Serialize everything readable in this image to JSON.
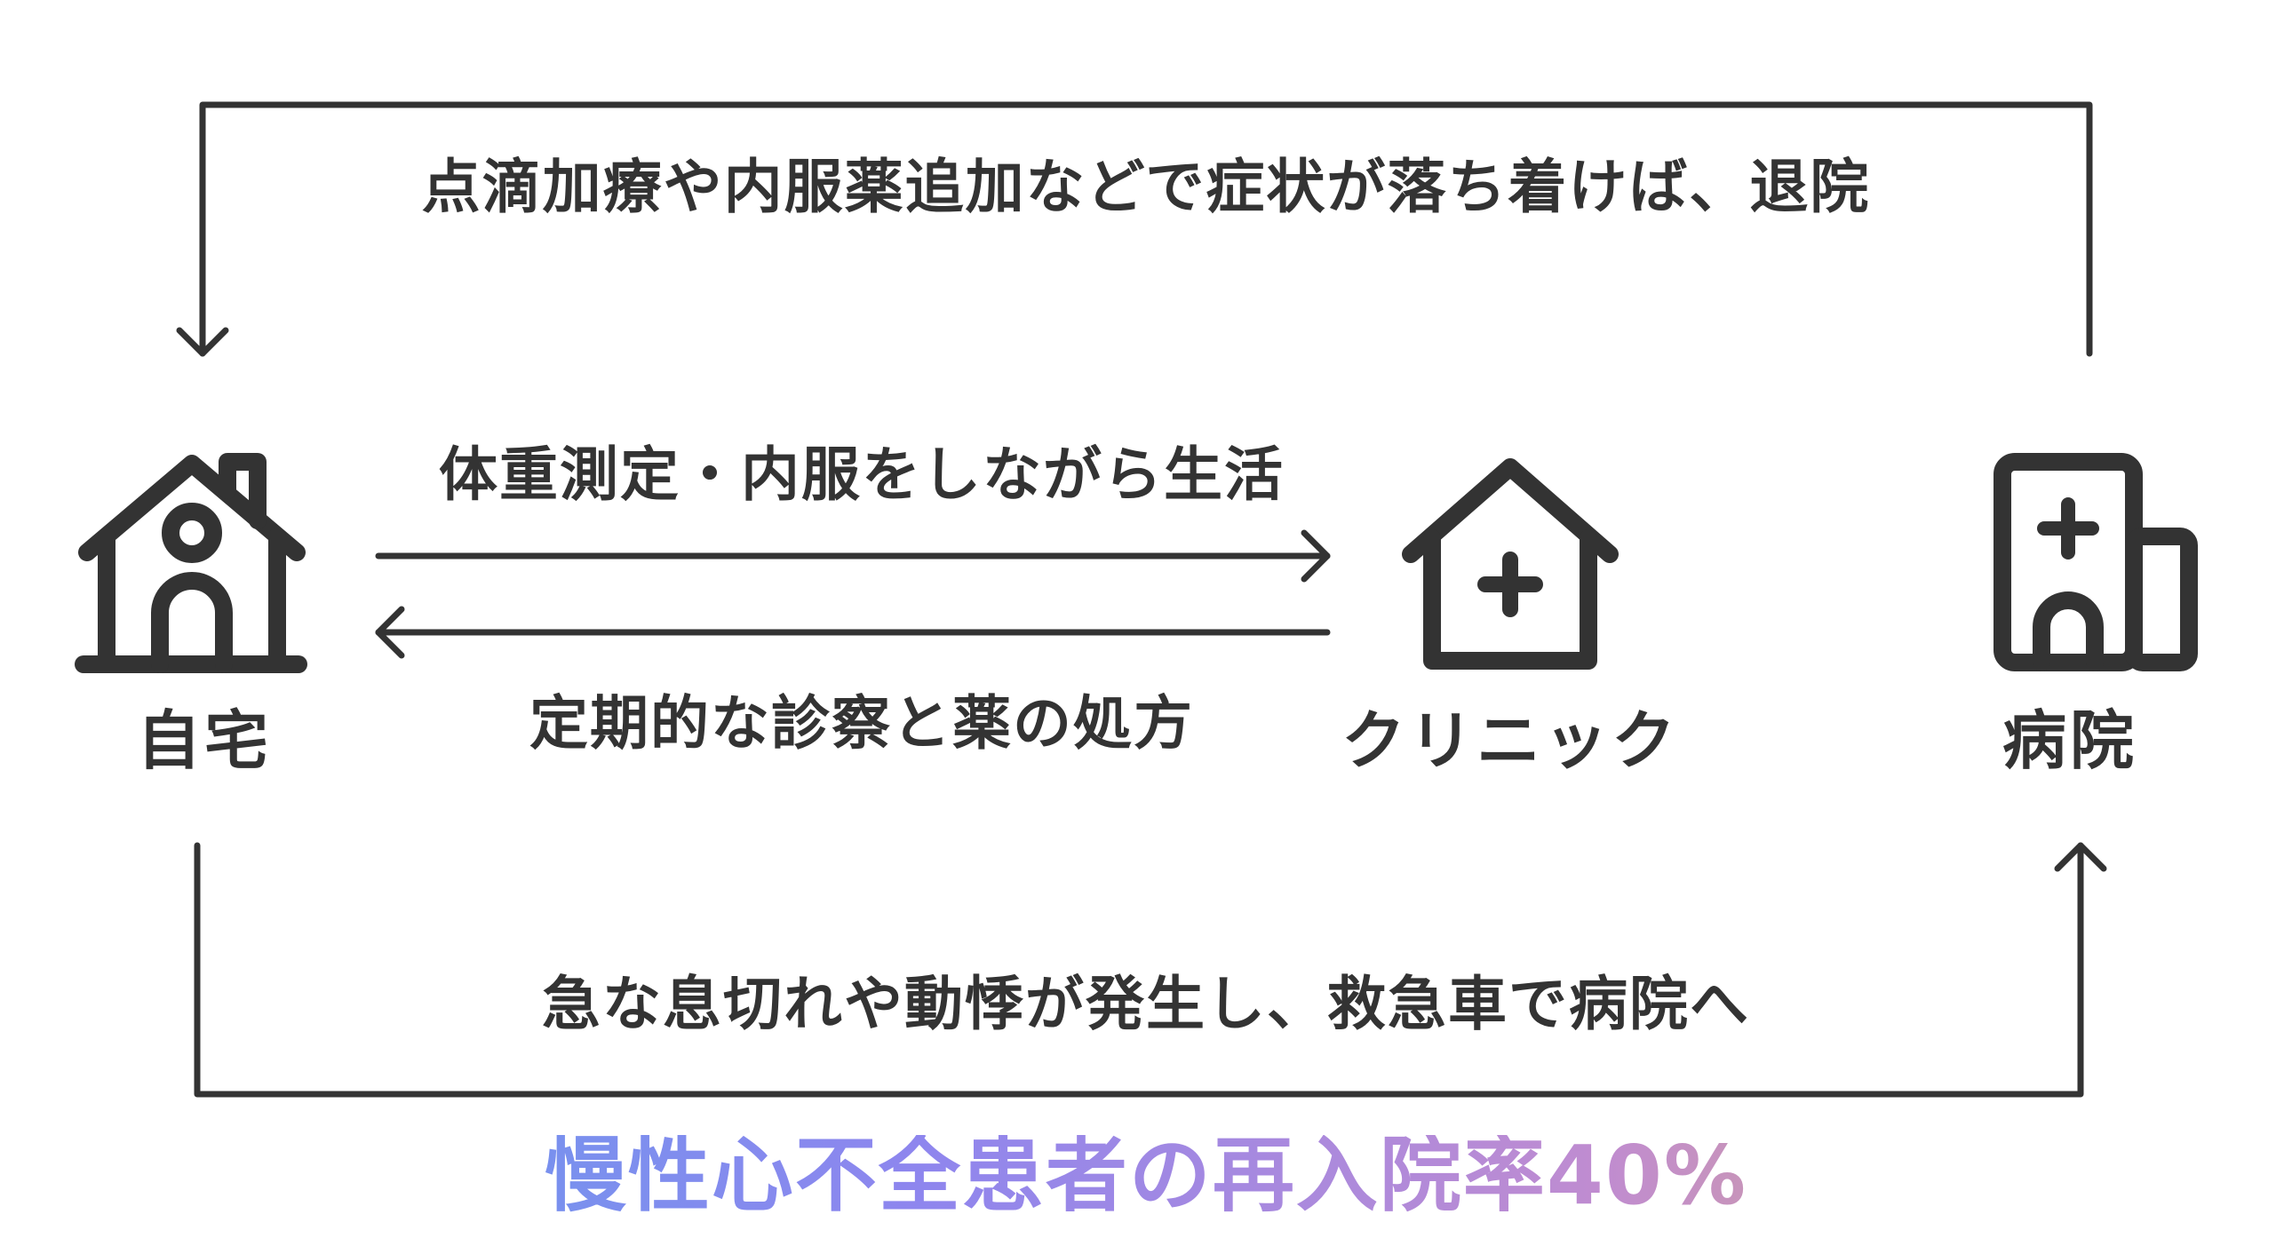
{
  "nodes": {
    "home": "自宅",
    "clinic": "クリニック",
    "hospital": "病院"
  },
  "edges": {
    "hospital_to_home": "点滴加療や内服薬追加などで症状が落ち着けば、退院",
    "home_to_clinic": "体重測定・内服をしながら生活",
    "clinic_to_home": "定期的な診察と薬の処方",
    "home_to_hospital": "急な息切れや動悸が発生し、救急車で病院へ"
  },
  "footnote": "慢性心不全患者の再入院率40%",
  "icons": {
    "home": "house-person-icon",
    "clinic": "clinic-house-cross-icon",
    "hospital": "hospital-building-cross-icon"
  },
  "colors": {
    "ink": "#333333",
    "gradient": [
      "#5aa0ef",
      "#8e86ee",
      "#c08cd0",
      "#e3b368"
    ]
  }
}
